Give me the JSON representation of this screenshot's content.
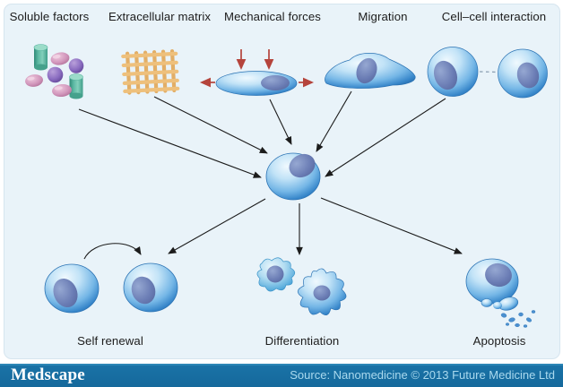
{
  "figure": {
    "factors": [
      {
        "label": "Soluble factors",
        "icon": "soluble-factors-icon"
      },
      {
        "label": "Extracellular matrix",
        "icon": "ecm-grid-icon"
      },
      {
        "label": "Mechanical forces",
        "icon": "mechanical-forces-icon"
      },
      {
        "label": "Migration",
        "icon": "migration-cell-icon"
      },
      {
        "label": "Cell–cell interaction",
        "icon": "cell-cell-interaction-icon"
      }
    ],
    "center_icon": "central-stem-cell-icon",
    "outcomes": [
      {
        "label": "Self renewal",
        "icon": "self-renewal-icon"
      },
      {
        "label": "Differentiation",
        "icon": "differentiation-icon"
      },
      {
        "label": "Apoptosis",
        "icon": "apoptosis-cell-icon"
      }
    ]
  },
  "footer": {
    "brand": "Medscape",
    "source": "Source: Nanomedicine © 2013 Future Medicine Ltd"
  },
  "colors": {
    "canvas_bg": "#e9f3f9",
    "frame_bg": "#ffffff",
    "footer_bar": "#1a72a6",
    "footer_source_text": "#a9d9ee",
    "cell_blue_edge": "#2d74b4",
    "nucleus_slate": "#6a7cb4",
    "red_arrow": "#b5443c",
    "ecm_tan": "#eaba74",
    "cylinder_teal": "#4fae9a",
    "vesicle_pink": "#d094ba",
    "vesicle_purple": "#8a6cc0",
    "arrow_black": "#1c1c1c"
  }
}
